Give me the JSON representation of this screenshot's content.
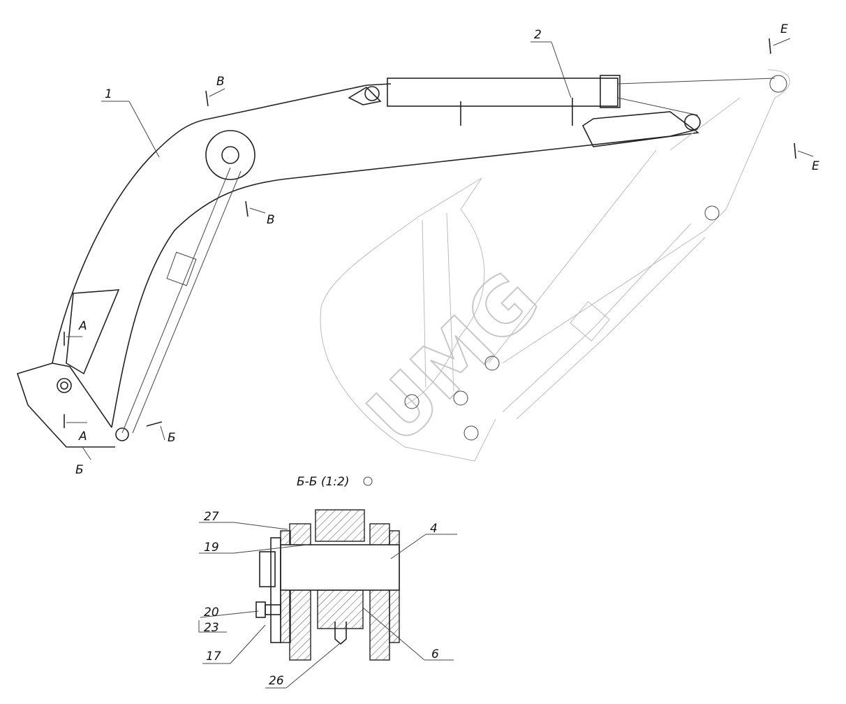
{
  "drawing": {
    "watermark": "UMG",
    "part_labels": {
      "boom": "1",
      "cylinder": "2"
    },
    "section_marks": {
      "v_top": "В",
      "v_bottom": "В",
      "e_top": "Е",
      "e_bottom": "Е",
      "a_top": "А",
      "a_bottom": "А",
      "b_right": "Б",
      "b_left": "Б"
    },
    "section_view": {
      "title": "Б-Б (1:2)",
      "callouts": {
        "c27": "27",
        "c19": "19",
        "c4": "4",
        "c20": "20",
        "c23": "23",
        "c17": "17",
        "c26": "26",
        "c6": "6"
      }
    }
  }
}
